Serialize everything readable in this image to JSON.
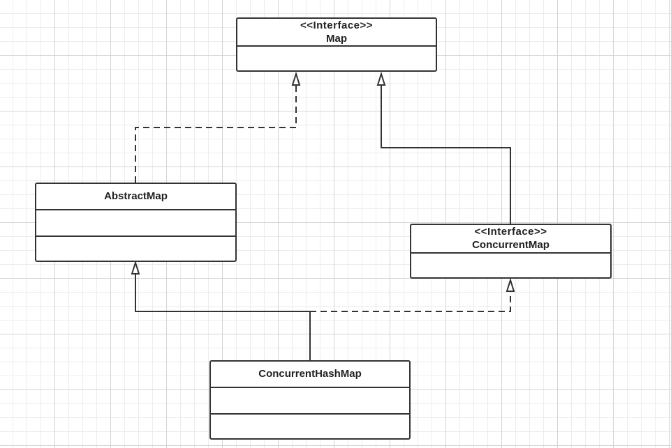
{
  "diagram": {
    "classes": {
      "map": {
        "stereotype": "<<Interface>>",
        "name": "Map"
      },
      "abstract_map": {
        "name": "AbstractMap"
      },
      "concurrent_map": {
        "stereotype": "<<Interface>>",
        "name": "ConcurrentMap"
      },
      "concurrent_hash_map": {
        "name": "ConcurrentHashMap"
      }
    },
    "relations": [
      {
        "from": "AbstractMap",
        "to": "Map",
        "kind": "realization"
      },
      {
        "from": "ConcurrentMap",
        "to": "Map",
        "kind": "generalization"
      },
      {
        "from": "ConcurrentHashMap",
        "to": "AbstractMap",
        "kind": "generalization"
      },
      {
        "from": "ConcurrentHashMap",
        "to": "ConcurrentMap",
        "kind": "realization"
      }
    ],
    "colors": {
      "stroke": "#333333",
      "grid": "#d4d4d4",
      "background": "#ffffff"
    }
  }
}
